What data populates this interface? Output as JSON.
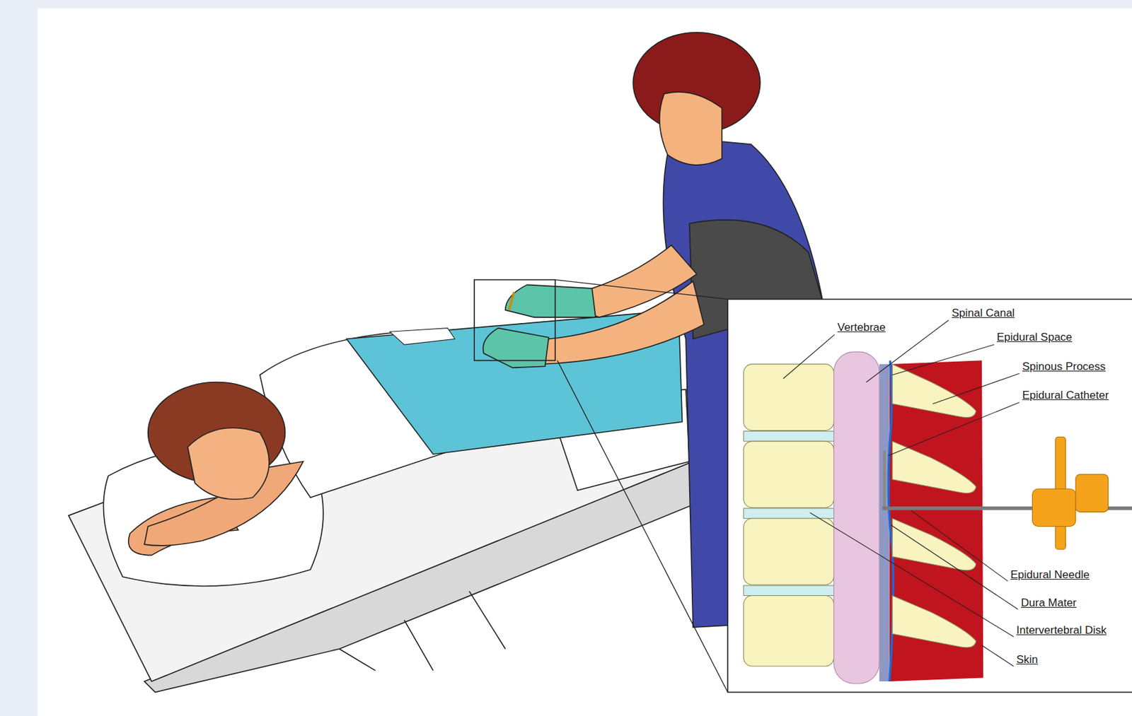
{
  "diagram": {
    "labels": [
      "Vertebrae",
      "Spinal Canal",
      "Epidural Space",
      "Spinous Process",
      "Epidural Catheter",
      "Epidural Needle",
      "Dura Mater",
      "Intervertebral Disk",
      "Skin"
    ]
  }
}
